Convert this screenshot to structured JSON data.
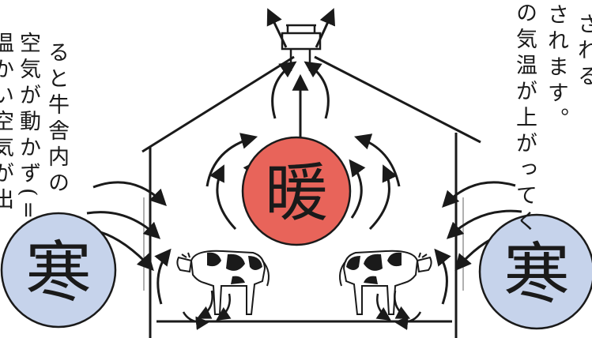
{
  "text_columns": {
    "right_col_1": "される",
    "right_col_2": "されます。",
    "right_col_3": "の気温が上がってく",
    "left_col_1": "ると牛舎内の",
    "left_col_2": "空気が動かず(=",
    "left_col_3": "温かい空気が出"
  },
  "labels": {
    "warm": "暖",
    "cold_left": "寒",
    "cold_right": "寒"
  },
  "colors": {
    "warm_fill": "#e8645a",
    "cold_fill": "#c6d3eb",
    "stroke": "#1a1a1a"
  },
  "icons": {
    "cow_left": "cow-icon",
    "cow_right": "cow-icon",
    "roof_vent": "ventilator-icon"
  }
}
